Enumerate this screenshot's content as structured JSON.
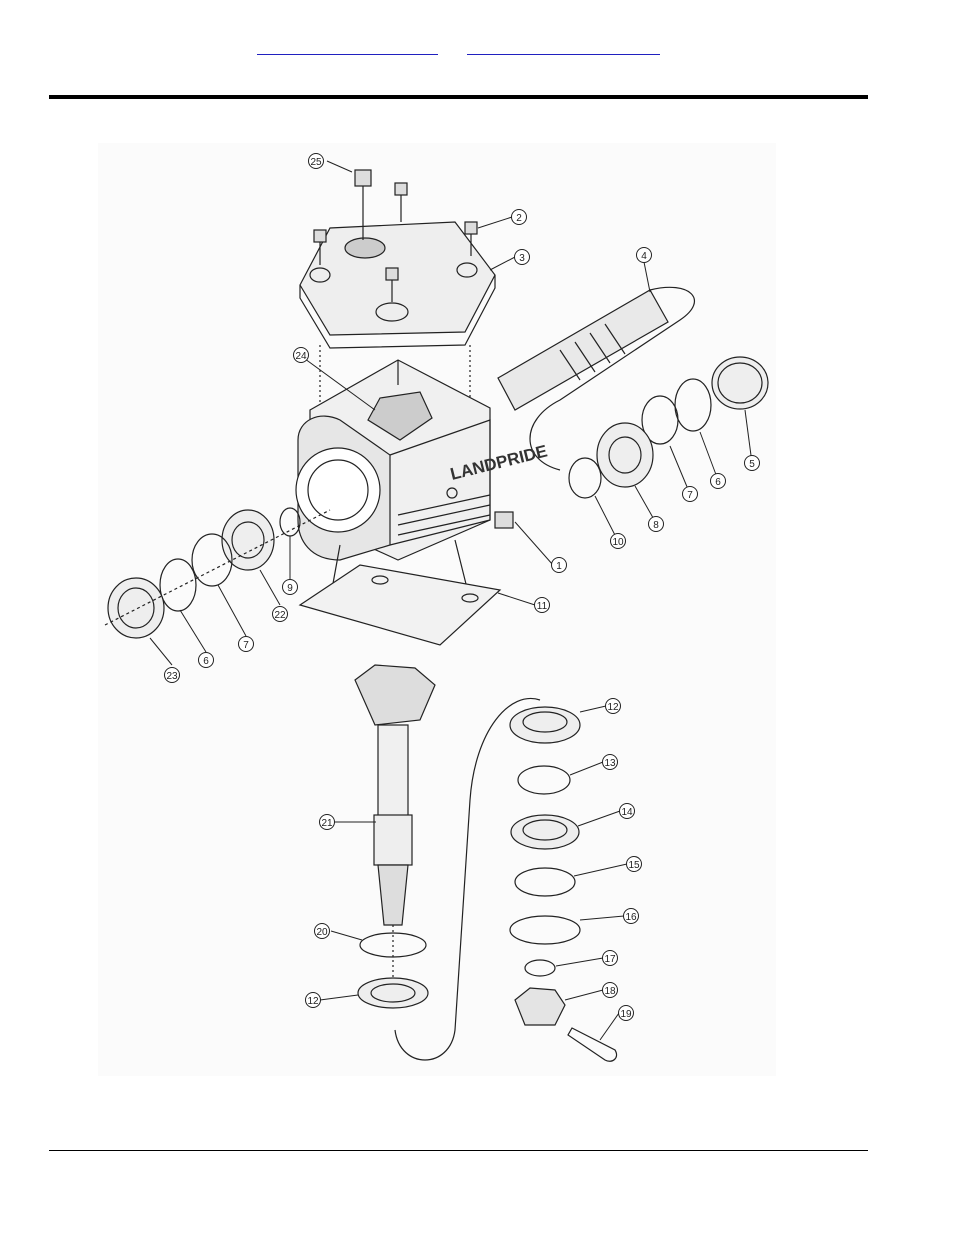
{
  "header": {
    "link_left": "",
    "link_right": ""
  },
  "diagram": {
    "brand_text": "LANDPRIDE",
    "callouts": [
      "1",
      "2",
      "3",
      "4",
      "5",
      "6",
      "7",
      "8",
      "9",
      "10",
      "11",
      "12",
      "13",
      "14",
      "15",
      "16",
      "17",
      "18",
      "19",
      "20",
      "21",
      "22",
      "23",
      "24",
      "25"
    ]
  }
}
